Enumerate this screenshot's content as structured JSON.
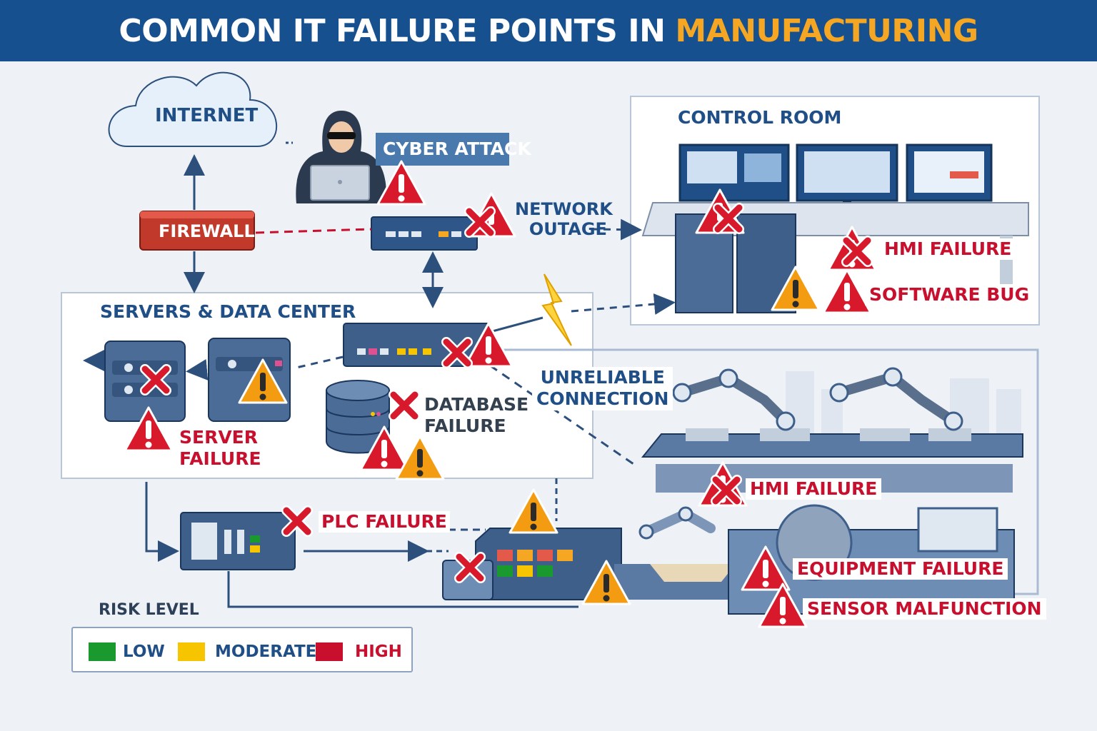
{
  "title": {
    "main": "COMMON IT FAILURE POINTS IN",
    "highlight": "MANUFACTURING"
  },
  "labels": {
    "internet": "INTERNET",
    "cyber_attack": "CYBER ATTACK",
    "firewall": "FIREWALL",
    "network_outage": [
      "NETWORK",
      "OUTAGE"
    ],
    "control_room": "CONTROL ROOM",
    "hmi_failure_control": "HMI FAILURE",
    "software_bug": "SOFTWARE BUG",
    "servers_data_center": "SERVERS & DATA CENTER",
    "server_failure": [
      "SERVER",
      "FAILURE"
    ],
    "database_failure": [
      "DATABASE",
      "FAILURE"
    ],
    "unreliable_connection": [
      "UNRELIABLE",
      "CONNECTION"
    ],
    "hmi_failure_floor": "HMI FAILURE",
    "plc_failure": "PLC FAILURE",
    "equipment_failure": "EQUIPMENT FAILURE",
    "sensor_malfunction": "SENSOR MALFUNCTION"
  },
  "legend": {
    "title": "RISK LEVEL",
    "items": [
      {
        "label": "LOW",
        "color": "#1a9a2e"
      },
      {
        "label": "MODERATE",
        "color": "#f7c400"
      },
      {
        "label": "HIGH",
        "color": "#c8102e"
      }
    ]
  },
  "colors": {
    "title_bg": "#17508f",
    "accent_orange": "#f5a623",
    "alert_red": "#d7192b",
    "warn_orange": "#f39c12",
    "device_blue": "#3e5f8a"
  }
}
